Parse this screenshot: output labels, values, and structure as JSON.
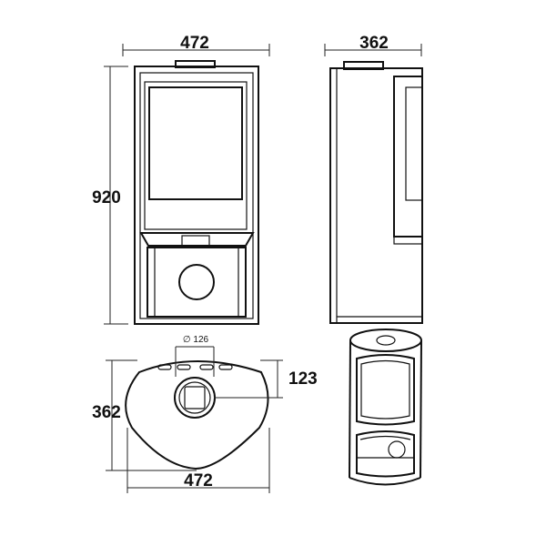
{
  "dimensions": {
    "front_width": "472",
    "front_height": "920",
    "side_depth": "362",
    "top_depth": "362",
    "top_width": "472",
    "flue_offset": "123",
    "flue_diameter": "∅ 126"
  },
  "colors": {
    "line": "#111111",
    "background": "#ffffff"
  }
}
